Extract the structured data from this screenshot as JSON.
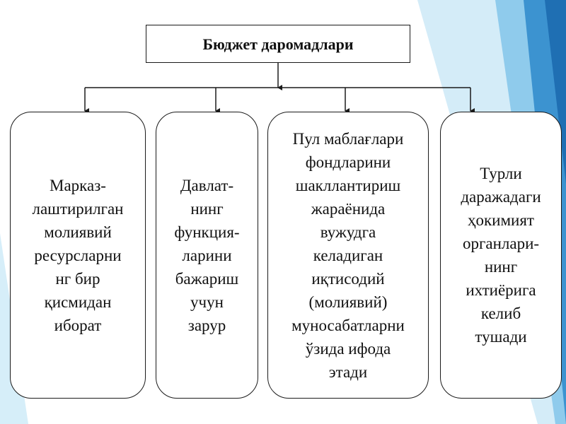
{
  "diagram": {
    "root": {
      "label": "Бюджет даромадлари"
    },
    "children": [
      {
        "label": "Марказ-\nлаштирилган\nмолиявий\nресурсларни\nнг бир\nқисмидан\nиборат"
      },
      {
        "label": "Давлат-\nнинг\nфункция-\nларини\nбажариш\nучун\nзарур"
      },
      {
        "label": "Пул маблағлари\nфондларини\nшакллантириш\nжараёнида\nвужудга\nкеладиган\nиқтисодий\n(молиявий)\nмуносабатларни\nўзида ифода\nэтади"
      },
      {
        "label": "Турли\nдаражадаги\nҳокимият\nорганлари-\nнинг\nихтиёрига\nкелиб\nтушади"
      }
    ]
  },
  "colors": {
    "background": "#ffffff",
    "accent_light": "#bfe3f5",
    "accent_mid": "#5fb3e0",
    "accent_dark": "#2a7fc0",
    "border": "#1a1a1a",
    "text": "#111111"
  }
}
